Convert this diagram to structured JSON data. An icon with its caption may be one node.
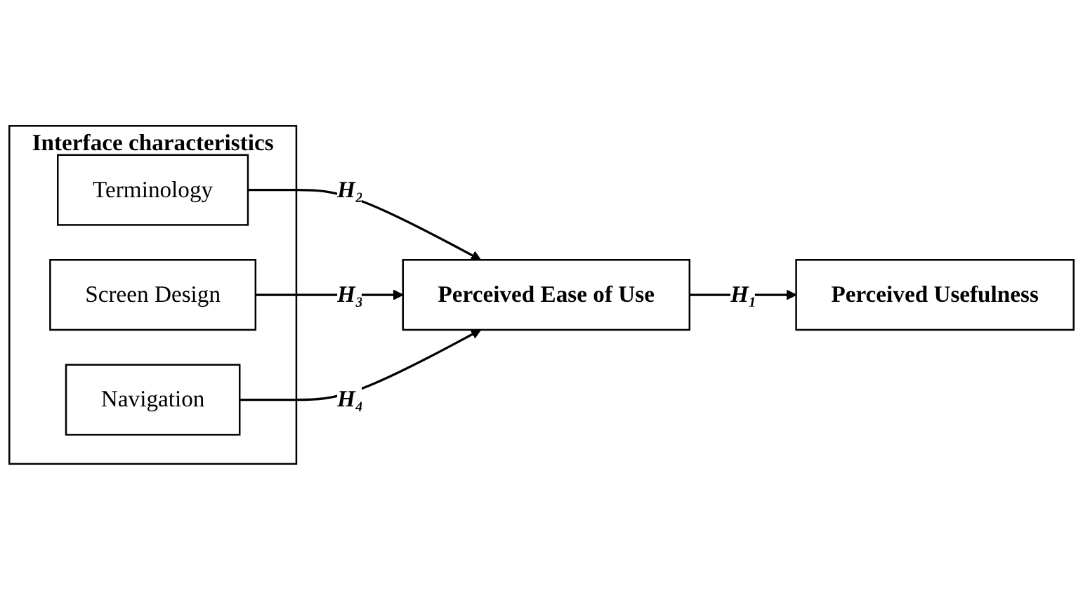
{
  "diagram": {
    "nodes": [
      {
        "text": [
          "Interface characteristics"
        ]
      },
      {
        "text": [
          "Terminology"
        ],
        "in": 0
      },
      {
        "text": [
          "Screen Design"
        ],
        "in": 0
      },
      {
        "text": [
          "Navigation"
        ],
        "in": 0
      },
      {
        "text": [
          "Perceived Ease of Use"
        ]
      },
      {
        "text": [
          "Perceived Usefulness"
        ]
      }
    ],
    "edges": [
      {
        "from": 1,
        "to": 4,
        "arrow": "to",
        "label": "H₂"
      },
      {
        "from": 2,
        "to": 4,
        "arrow": "to",
        "label": "H₃"
      },
      {
        "from": 3,
        "to": 4,
        "arrow": "to",
        "label": "H₄"
      },
      {
        "from": 4,
        "to": 5,
        "arrow": "to",
        "label": "H₁"
      }
    ]
  }
}
